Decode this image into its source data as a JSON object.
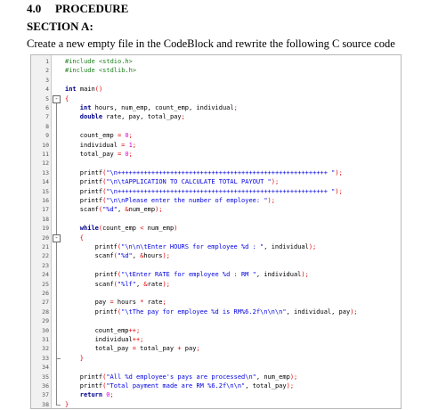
{
  "heading": {
    "number": "4.0",
    "title": "PROCEDURE"
  },
  "section": "SECTION A:",
  "instruction": "Create a new empty file in the CodeBlock and rewrite the following C source code",
  "fold_marker": "-",
  "code": {
    "lines": [
      {
        "n": "1",
        "indent": 0,
        "tokens": [
          [
            "pp",
            "#include <stdio.h>"
          ]
        ]
      },
      {
        "n": "2",
        "indent": 0,
        "tokens": [
          [
            "pp",
            "#include <stdlib.h>"
          ]
        ]
      },
      {
        "n": "3",
        "indent": 0,
        "tokens": []
      },
      {
        "n": "4",
        "indent": 0,
        "tokens": [
          [
            "kw",
            "int"
          ],
          [
            "id",
            " main"
          ],
          [
            "op",
            "()"
          ]
        ]
      },
      {
        "n": "5",
        "indent": 0,
        "tokens": [
          [
            "op",
            "{"
          ]
        ]
      },
      {
        "n": "6",
        "indent": 2,
        "tokens": [
          [
            "kw",
            "int"
          ],
          [
            "id",
            " hours, num_emp, count_emp, individual"
          ],
          [
            "op",
            ";"
          ]
        ]
      },
      {
        "n": "7",
        "indent": 2,
        "tokens": [
          [
            "kw",
            "double"
          ],
          [
            "id",
            " rate, pay, total_pay"
          ],
          [
            "op",
            ";"
          ]
        ]
      },
      {
        "n": "8",
        "indent": 0,
        "tokens": []
      },
      {
        "n": "9",
        "indent": 2,
        "tokens": [
          [
            "id",
            "count_emp "
          ],
          [
            "op",
            "="
          ],
          [
            "num",
            " 0"
          ],
          [
            "op",
            ";"
          ]
        ]
      },
      {
        "n": "10",
        "indent": 2,
        "tokens": [
          [
            "id",
            "individual "
          ],
          [
            "op",
            "="
          ],
          [
            "num",
            " 1"
          ],
          [
            "op",
            ";"
          ]
        ]
      },
      {
        "n": "11",
        "indent": 2,
        "tokens": [
          [
            "id",
            "total_pay "
          ],
          [
            "op",
            "="
          ],
          [
            "num",
            " 0"
          ],
          [
            "op",
            ";"
          ]
        ]
      },
      {
        "n": "12",
        "indent": 0,
        "tokens": []
      },
      {
        "n": "13",
        "indent": 2,
        "tokens": [
          [
            "id",
            "printf"
          ],
          [
            "op",
            "("
          ],
          [
            "str",
            "\"\\n++++++++++++++++++++++++++++++++++++++++++++++++++++++++ \""
          ],
          [
            "op",
            ");"
          ]
        ]
      },
      {
        "n": "14",
        "indent": 2,
        "tokens": [
          [
            "id",
            "printf"
          ],
          [
            "op",
            "("
          ],
          [
            "str",
            "\"\\n\\tAPPLICATION TO CALCULATE TOTAL PAYOUT \""
          ],
          [
            "op",
            ");"
          ]
        ]
      },
      {
        "n": "15",
        "indent": 2,
        "tokens": [
          [
            "id",
            "printf"
          ],
          [
            "op",
            "("
          ],
          [
            "str",
            "\"\\n++++++++++++++++++++++++++++++++++++++++++++++++++++++++ \""
          ],
          [
            "op",
            ");"
          ]
        ]
      },
      {
        "n": "16",
        "indent": 2,
        "tokens": [
          [
            "id",
            "printf"
          ],
          [
            "op",
            "("
          ],
          [
            "str",
            "\"\\n\\nPlease enter the number of employee: \""
          ],
          [
            "op",
            ");"
          ]
        ]
      },
      {
        "n": "17",
        "indent": 2,
        "tokens": [
          [
            "id",
            "scanf"
          ],
          [
            "op",
            "("
          ],
          [
            "str",
            "\"%d\""
          ],
          [
            "id",
            ", "
          ],
          [
            "op",
            "&"
          ],
          [
            "id",
            "num_emp"
          ],
          [
            "op",
            ");"
          ]
        ]
      },
      {
        "n": "18",
        "indent": 0,
        "tokens": []
      },
      {
        "n": "19",
        "indent": 2,
        "tokens": [
          [
            "kw",
            "while"
          ],
          [
            "op",
            "("
          ],
          [
            "id",
            "count_emp "
          ],
          [
            "op",
            "<"
          ],
          [
            "id",
            " num_emp"
          ],
          [
            "op",
            ")"
          ]
        ]
      },
      {
        "n": "20",
        "indent": 2,
        "tokens": [
          [
            "op",
            "{"
          ]
        ]
      },
      {
        "n": "21",
        "indent": 4,
        "tokens": [
          [
            "id",
            "printf"
          ],
          [
            "op",
            "("
          ],
          [
            "str",
            "\"\\n\\n\\tEnter HOURS for employee %d : \""
          ],
          [
            "id",
            ", individual"
          ],
          [
            "op",
            ");"
          ]
        ]
      },
      {
        "n": "22",
        "indent": 4,
        "tokens": [
          [
            "id",
            "scanf"
          ],
          [
            "op",
            "("
          ],
          [
            "str",
            "\"%d\""
          ],
          [
            "id",
            ", "
          ],
          [
            "op",
            "&"
          ],
          [
            "id",
            "hours"
          ],
          [
            "op",
            ");"
          ]
        ]
      },
      {
        "n": "23",
        "indent": 0,
        "tokens": []
      },
      {
        "n": "24",
        "indent": 4,
        "tokens": [
          [
            "id",
            "printf"
          ],
          [
            "op",
            "("
          ],
          [
            "str",
            "\"\\tEnter RATE for employee %d : RM \""
          ],
          [
            "id",
            ", individual"
          ],
          [
            "op",
            ");"
          ]
        ]
      },
      {
        "n": "25",
        "indent": 4,
        "tokens": [
          [
            "id",
            "scanf"
          ],
          [
            "op",
            "("
          ],
          [
            "str",
            "\"%lf\""
          ],
          [
            "id",
            ", "
          ],
          [
            "op",
            "&"
          ],
          [
            "id",
            "rate"
          ],
          [
            "op",
            ");"
          ]
        ]
      },
      {
        "n": "26",
        "indent": 0,
        "tokens": []
      },
      {
        "n": "27",
        "indent": 4,
        "tokens": [
          [
            "id",
            "pay "
          ],
          [
            "op",
            "="
          ],
          [
            "id",
            " hours "
          ],
          [
            "op",
            "*"
          ],
          [
            "id",
            " rate"
          ],
          [
            "op",
            ";"
          ]
        ]
      },
      {
        "n": "28",
        "indent": 4,
        "tokens": [
          [
            "id",
            "printf"
          ],
          [
            "op",
            "("
          ],
          [
            "str",
            "\"\\tThe pay for employee %d is RM%6.2f\\n\\n\\n\""
          ],
          [
            "id",
            ", individual, pay"
          ],
          [
            "op",
            ");"
          ]
        ]
      },
      {
        "n": "29",
        "indent": 0,
        "tokens": []
      },
      {
        "n": "30",
        "indent": 4,
        "tokens": [
          [
            "id",
            "count_emp"
          ],
          [
            "op",
            "++;"
          ]
        ]
      },
      {
        "n": "31",
        "indent": 4,
        "tokens": [
          [
            "id",
            "individual"
          ],
          [
            "op",
            "++;"
          ]
        ]
      },
      {
        "n": "32",
        "indent": 4,
        "tokens": [
          [
            "id",
            "total_pay "
          ],
          [
            "op",
            "="
          ],
          [
            "id",
            " total_pay "
          ],
          [
            "op",
            "+"
          ],
          [
            "id",
            " pay"
          ],
          [
            "op",
            ";"
          ]
        ]
      },
      {
        "n": "33",
        "indent": 2,
        "tokens": [
          [
            "op",
            "}"
          ]
        ]
      },
      {
        "n": "34",
        "indent": 0,
        "tokens": []
      },
      {
        "n": "35",
        "indent": 2,
        "tokens": [
          [
            "id",
            "printf"
          ],
          [
            "op",
            "("
          ],
          [
            "str",
            "\"All %d employee's pays are processed\\n\""
          ],
          [
            "id",
            ", num_emp"
          ],
          [
            "op",
            ");"
          ]
        ]
      },
      {
        "n": "36",
        "indent": 2,
        "tokens": [
          [
            "id",
            "printf"
          ],
          [
            "op",
            "("
          ],
          [
            "str",
            "\"Total payment made are RM %6.2f\\n\\n\""
          ],
          [
            "id",
            ", total_pay"
          ],
          [
            "op",
            ");"
          ]
        ]
      },
      {
        "n": "37",
        "indent": 2,
        "tokens": [
          [
            "kw",
            "return"
          ],
          [
            "num",
            " 0"
          ],
          [
            "op",
            ";"
          ]
        ]
      },
      {
        "n": "38",
        "indent": 0,
        "tokens": [
          [
            "op",
            "}"
          ]
        ]
      }
    ]
  }
}
